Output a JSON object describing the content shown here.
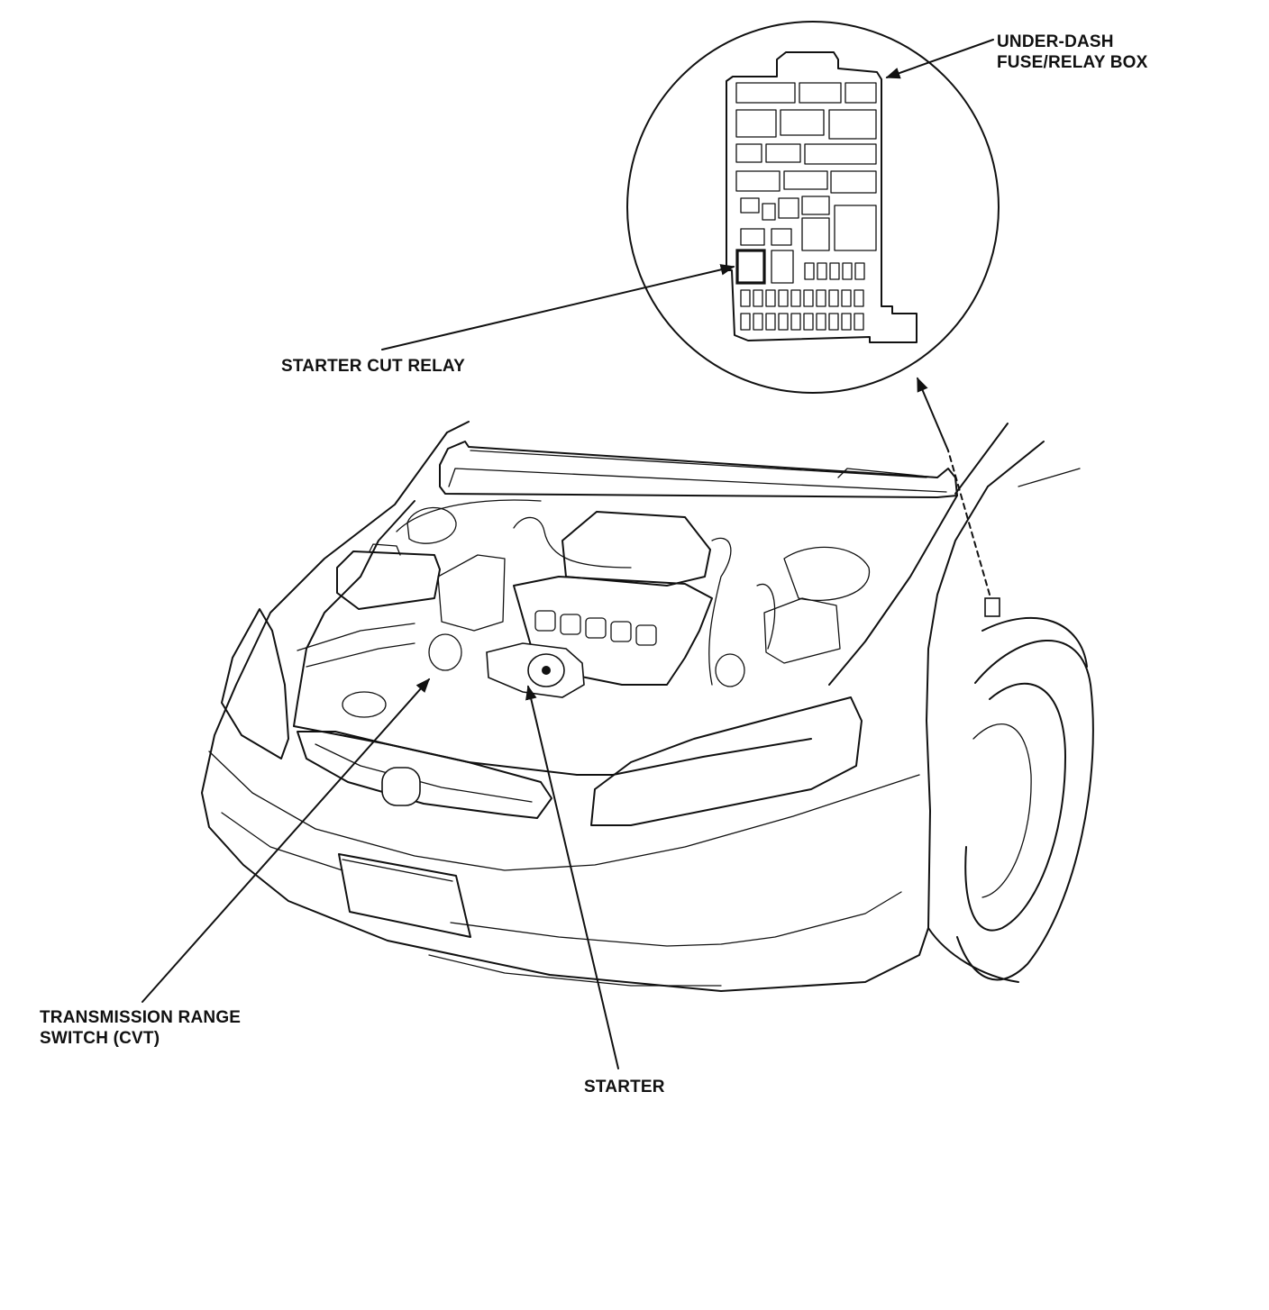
{
  "labels": {
    "under_dash_line1": "UNDER-DASH",
    "under_dash_line2": "FUSE/RELAY BOX",
    "starter_cut_relay": "STARTER CUT RELAY",
    "transmission_line1": "TRANSMISSION RANGE",
    "transmission_line2": "SWITCH (CVT)",
    "starter": "STARTER"
  }
}
